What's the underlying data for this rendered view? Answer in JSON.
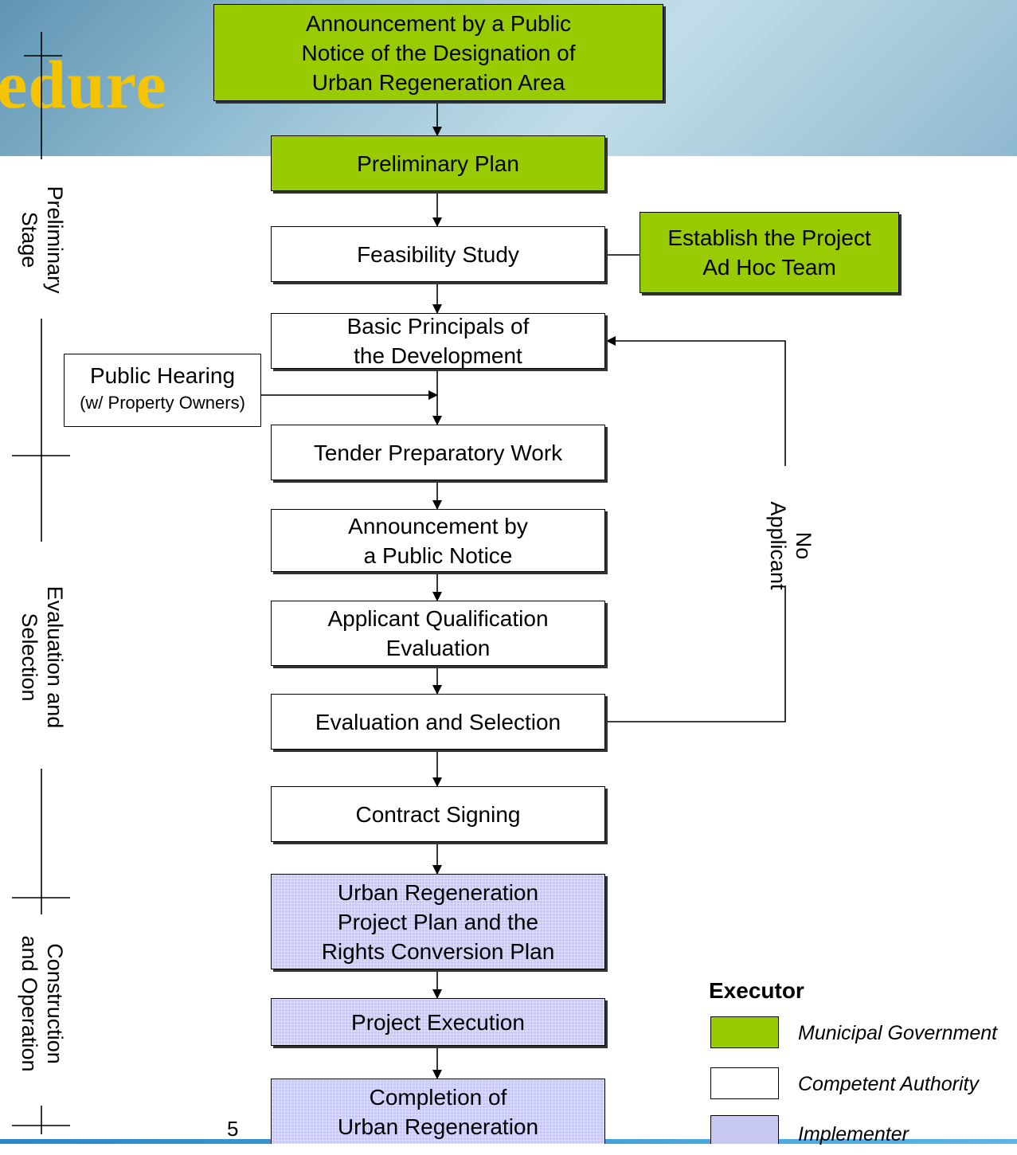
{
  "banner": {
    "title_fragment": "edure"
  },
  "nodes": {
    "announcement_designation": "Announcement by a Public\nNotice of the Designation of\nUrban Regeneration Area",
    "preliminary_plan": "Preliminary Plan",
    "feasibility_study": "Feasibility Study",
    "adhoc_team": "Establish the Project\nAd Hoc Team",
    "basic_principals": "Basic Principals of\nthe Development",
    "tender_work": "Tender Preparatory Work",
    "announcement_notice": "Announcement by\na Public Notice",
    "applicant_qualification": "Applicant Qualification\nEvaluation",
    "evaluation_selection": "Evaluation and Selection",
    "contract_signing": "Contract Signing",
    "project_plan": "Urban Regeneration\nProject Plan and the\nRights Conversion Plan",
    "project_execution": "Project Execution",
    "completion": "Completion of\nUrban Regeneration"
  },
  "public_hearing": {
    "line1": "Public Hearing",
    "line2": "(w/ Property Owners)"
  },
  "loop_label": "No\nApplicant",
  "stages": {
    "preliminary": "Preliminary\nStage",
    "evaluation": "Evaluation and\nSelection",
    "construction": "Construction\nand Operation"
  },
  "legend": {
    "title": "Executor",
    "items": [
      {
        "label": "Municipal Government",
        "color": "#99cc00"
      },
      {
        "label": "Competent Authority",
        "color": "#ffffff"
      },
      {
        "label": "Implementer",
        "color": "#c8c8f5"
      }
    ]
  },
  "page_number": "5"
}
